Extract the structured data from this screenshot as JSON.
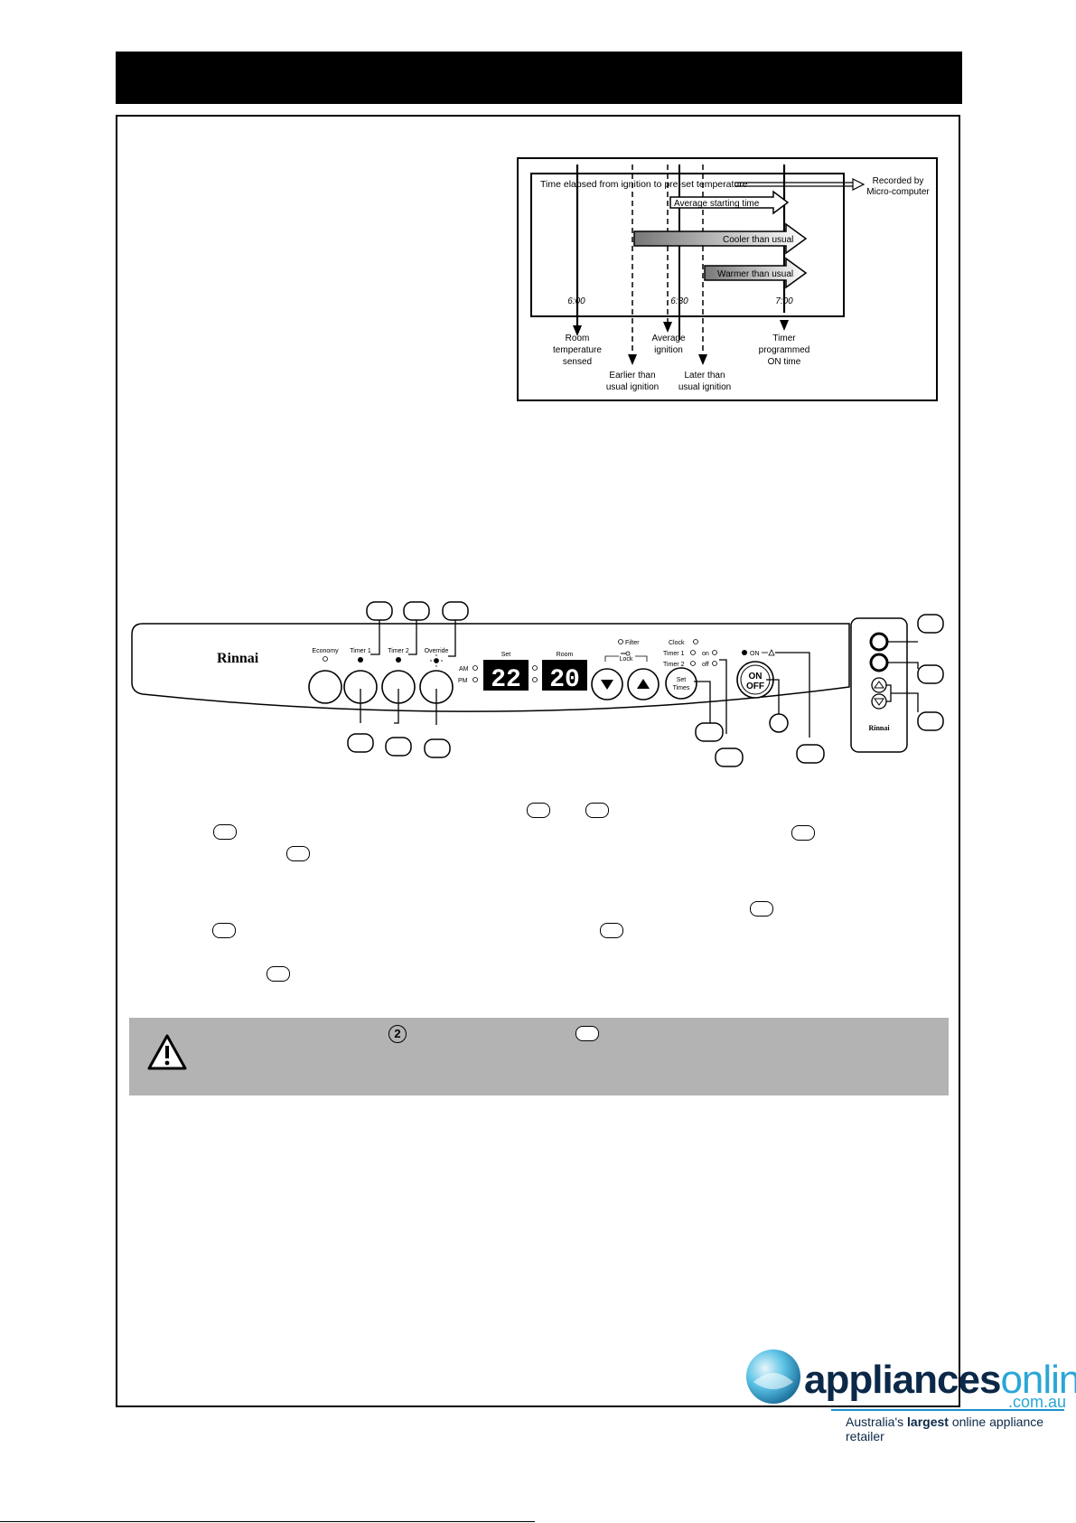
{
  "timeline": {
    "elapsed_label": "Time elapsed from ignition to pre-set temperature",
    "recorded_label_1": "Recorded by",
    "recorded_label_2": "Micro-computer",
    "average_start_label": "Average starting time",
    "cooler_label": "Cooler than usual",
    "warmer_label": "Warmer than usual",
    "ticks": [
      "6:00",
      "6:30",
      "7:00"
    ],
    "room_temp_label": [
      "Room",
      "temperature",
      "sensed"
    ],
    "avg_ignition_label": [
      "Average",
      "ignition"
    ],
    "timer_on_label": [
      "Timer",
      "programmed",
      "ON time"
    ],
    "earlier_label": [
      "Earlier than",
      "usual ignition"
    ],
    "later_label": [
      "Later than",
      "usual ignition"
    ]
  },
  "panel": {
    "brand": "Rinnai",
    "remote_brand": "Rinnai",
    "economy": "Economy",
    "timer1": "Timer 1",
    "timer2": "Timer 2",
    "override": "Override",
    "am": "AM",
    "pm": "PM",
    "set": "Set",
    "room": "Room",
    "set_display": "22",
    "room_display": "20",
    "filter": "Filter",
    "lock": "Lock",
    "clock": "Clock",
    "timer1_right": "Timer 1",
    "timer2_right": "Timer 2",
    "on": "on",
    "off": "off",
    "set_times_1": "Set",
    "set_times_2": "Times",
    "on_indicator": "ON",
    "on_btn": "ON",
    "off_btn": "OFF"
  },
  "warning": {
    "circled_number": "2"
  },
  "logo": {
    "word_bold": "appliances",
    "word_light": "online",
    "domain": ".com.au",
    "tagline_pre": "Australia's ",
    "tagline_bold": "largest",
    "tagline_post": " online appliance retailer"
  },
  "colors": {
    "logo_dark": "#0b2848",
    "logo_light": "#2aa6d6",
    "warning_band": "#b3b3b3"
  }
}
